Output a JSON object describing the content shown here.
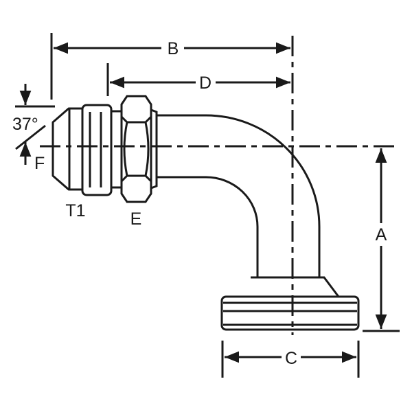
{
  "diagram": {
    "type": "90-degree elbow fitting, 37° flare male to swivel flange",
    "colors": {
      "stroke": "#1a1a1a",
      "background": "#ffffff"
    },
    "labels": {
      "dim_b": "B",
      "dim_d": "D",
      "dim_a": "A",
      "dim_c": "C",
      "angle": "37°",
      "dim_f": "F",
      "thread": "T1",
      "hex": "E"
    }
  }
}
